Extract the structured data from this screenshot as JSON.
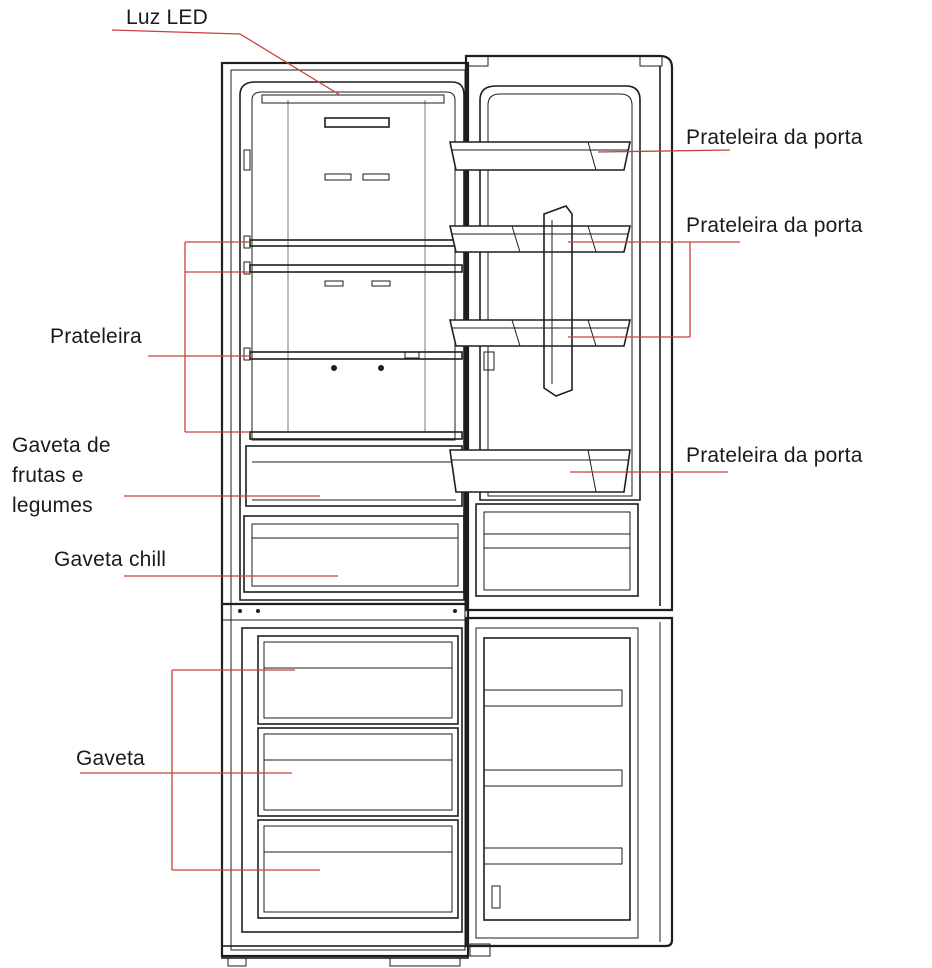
{
  "diagram": {
    "labels": {
      "led_light": "Luz LED",
      "door_shelf_1": "Prateleira da porta",
      "door_shelf_2": "Prateleira da porta",
      "door_shelf_3": "Prateleira da porta",
      "shelf": "Prateleira",
      "crisper_line1": "Gaveta de",
      "crisper_line2": "frutas e",
      "crisper_line3": "legumes",
      "chill_drawer": "Gaveta chill",
      "drawer": "Gaveta"
    },
    "colors": {
      "leader_line": "#c8413b",
      "outline": "#1e1e1e",
      "text": "#1a1a1a"
    }
  }
}
